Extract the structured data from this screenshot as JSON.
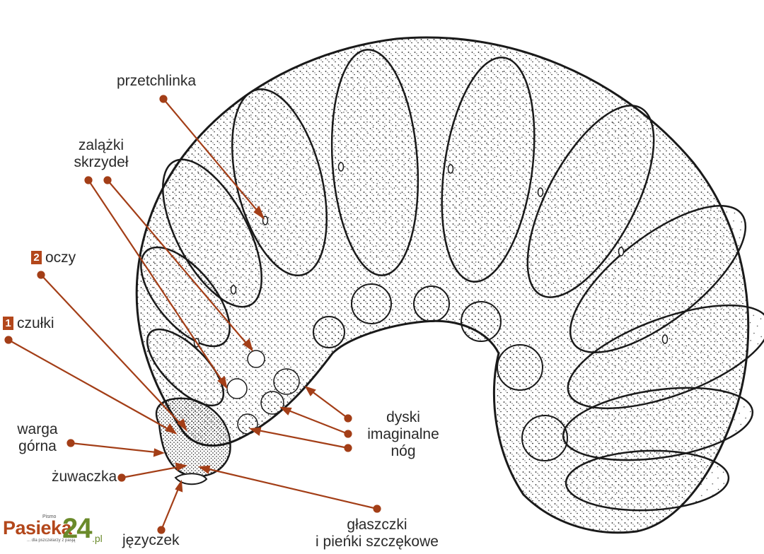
{
  "labels": {
    "przetchlinka": "przetchlinka",
    "zalazki_line1": "zalążki",
    "zalazki_line2": "skrzydeł",
    "oczy_badge": "2",
    "oczy": "oczy",
    "czulki_badge": "1",
    "czulki": "czułki",
    "warga_line1": "warga",
    "warga_line2": "górna",
    "zuwaczka": "żuwaczka",
    "jezyczek": "języczek",
    "dyski_line1": "dyski",
    "dyski_line2": "imaginalne",
    "dyski_line3": "nóg",
    "glaszczki_line1": "głaszczki",
    "glaszczki_line2": "i pieńki szczękowe"
  },
  "logo": {
    "pismo": "Pismo",
    "name": "Pasieka",
    "number": "24",
    "domain": ".pl",
    "tagline": "... dla pszczelarzy z pasją"
  },
  "colors": {
    "leader": "#a33e17",
    "badge": "#b3471b",
    "outline": "#1a1a1a",
    "logo_green": "#6a8a2a"
  }
}
